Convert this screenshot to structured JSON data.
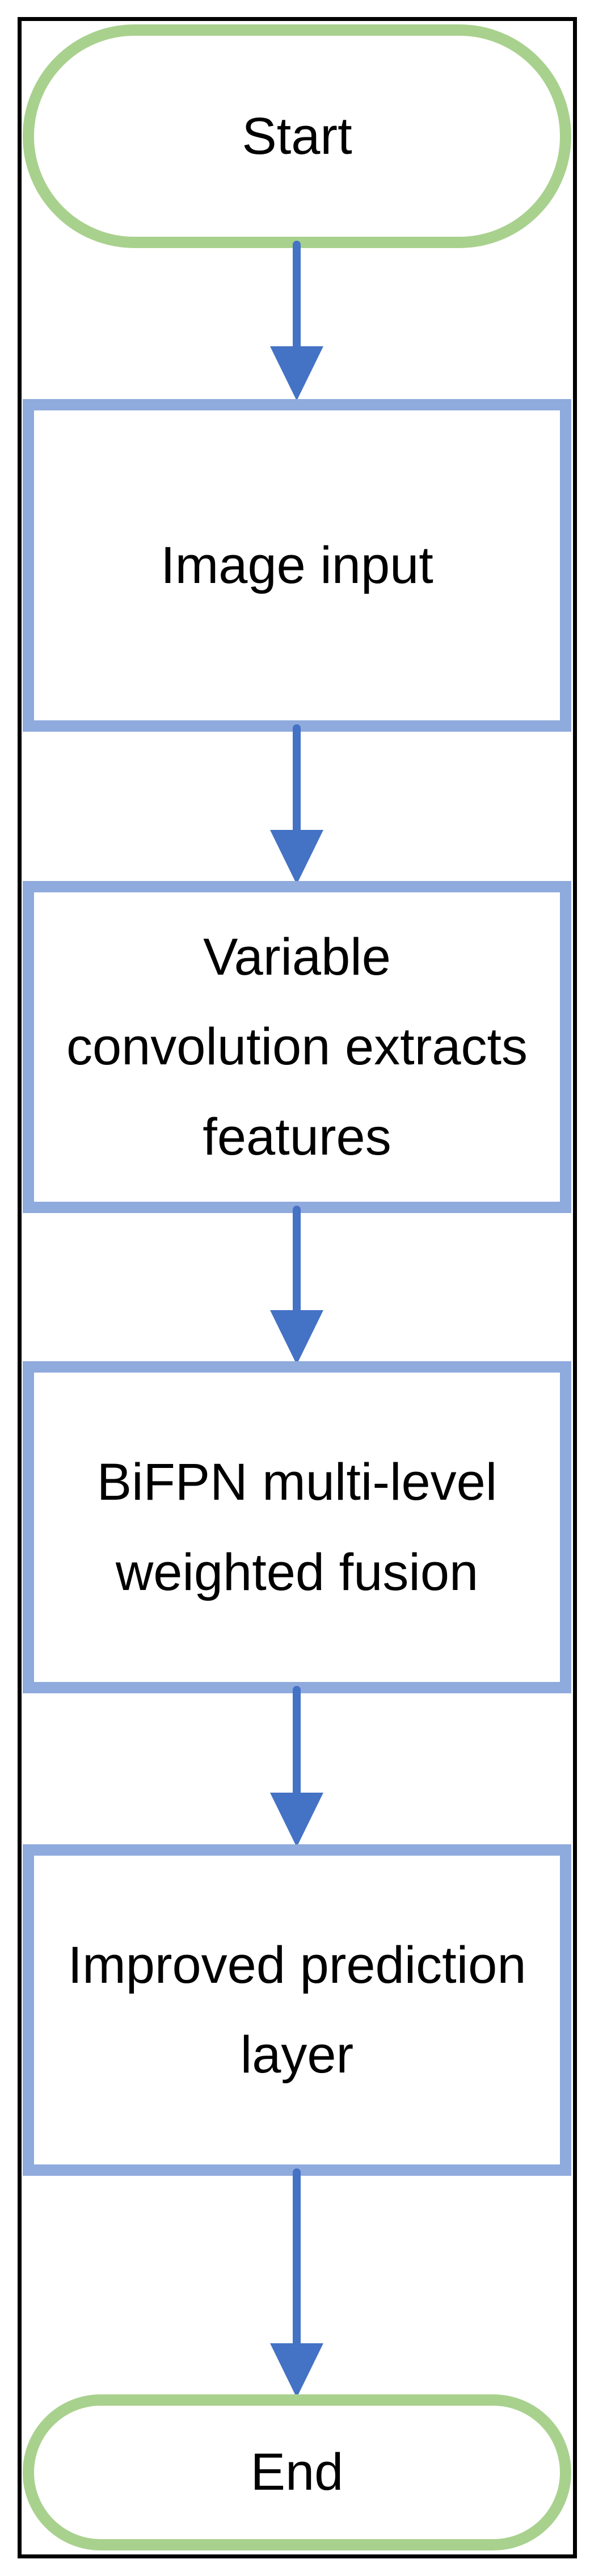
{
  "diagram": {
    "type": "flowchart",
    "direction": "top-down",
    "nodes": [
      {
        "id": "start",
        "shape": "terminator",
        "lines": [
          "Start"
        ]
      },
      {
        "id": "image-input",
        "shape": "process",
        "lines": [
          "Image input"
        ]
      },
      {
        "id": "variable-conv",
        "shape": "process",
        "lines": [
          "Variable",
          "convolution extracts",
          "features"
        ]
      },
      {
        "id": "bifpn-fusion",
        "shape": "process",
        "lines": [
          "BiFPN multi-level",
          "weighted fusion"
        ]
      },
      {
        "id": "pred-layer",
        "shape": "process",
        "lines": [
          "Improved prediction",
          "layer"
        ]
      },
      {
        "id": "end",
        "shape": "terminator",
        "lines": [
          "End"
        ]
      }
    ],
    "edges": [
      {
        "from": "start",
        "to": "image-input"
      },
      {
        "from": "image-input",
        "to": "variable-conv"
      },
      {
        "from": "variable-conv",
        "to": "bifpn-fusion"
      },
      {
        "from": "bifpn-fusion",
        "to": "pred-layer"
      },
      {
        "from": "pred-layer",
        "to": "end"
      }
    ]
  },
  "colors": {
    "terminator_border": "#A9D18E",
    "process_border": "#8FAADC",
    "arrow": "#4472C4",
    "frame": "#000000",
    "text": "#000000",
    "background": "#FFFFFF"
  }
}
